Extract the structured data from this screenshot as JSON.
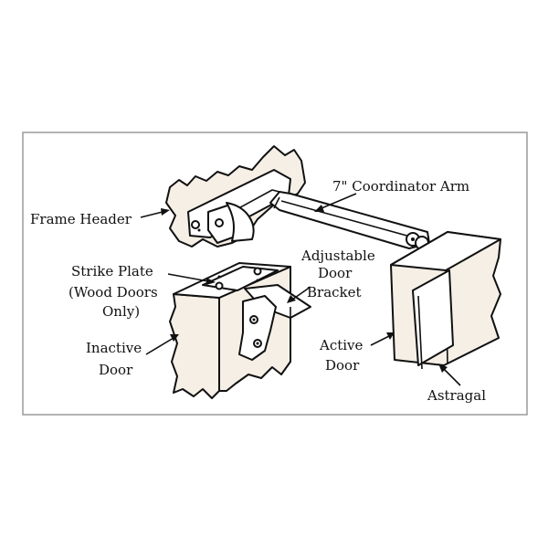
{
  "labels": {
    "frame_header": "Frame Header",
    "coordinator_arm": "7\" Coordinator Arm",
    "strike_plate_1": "Strike Plate",
    "strike_plate_2": "(Wood Doors",
    "strike_plate_3": "Only)",
    "adjustable_1": "Adjustable",
    "adjustable_2": "Door",
    "adjustable_3": "Bracket",
    "inactive_1": "Inactive",
    "inactive_2": "Door",
    "active_1": "Active",
    "active_2": "Door",
    "astragal": "Astragal"
  }
}
